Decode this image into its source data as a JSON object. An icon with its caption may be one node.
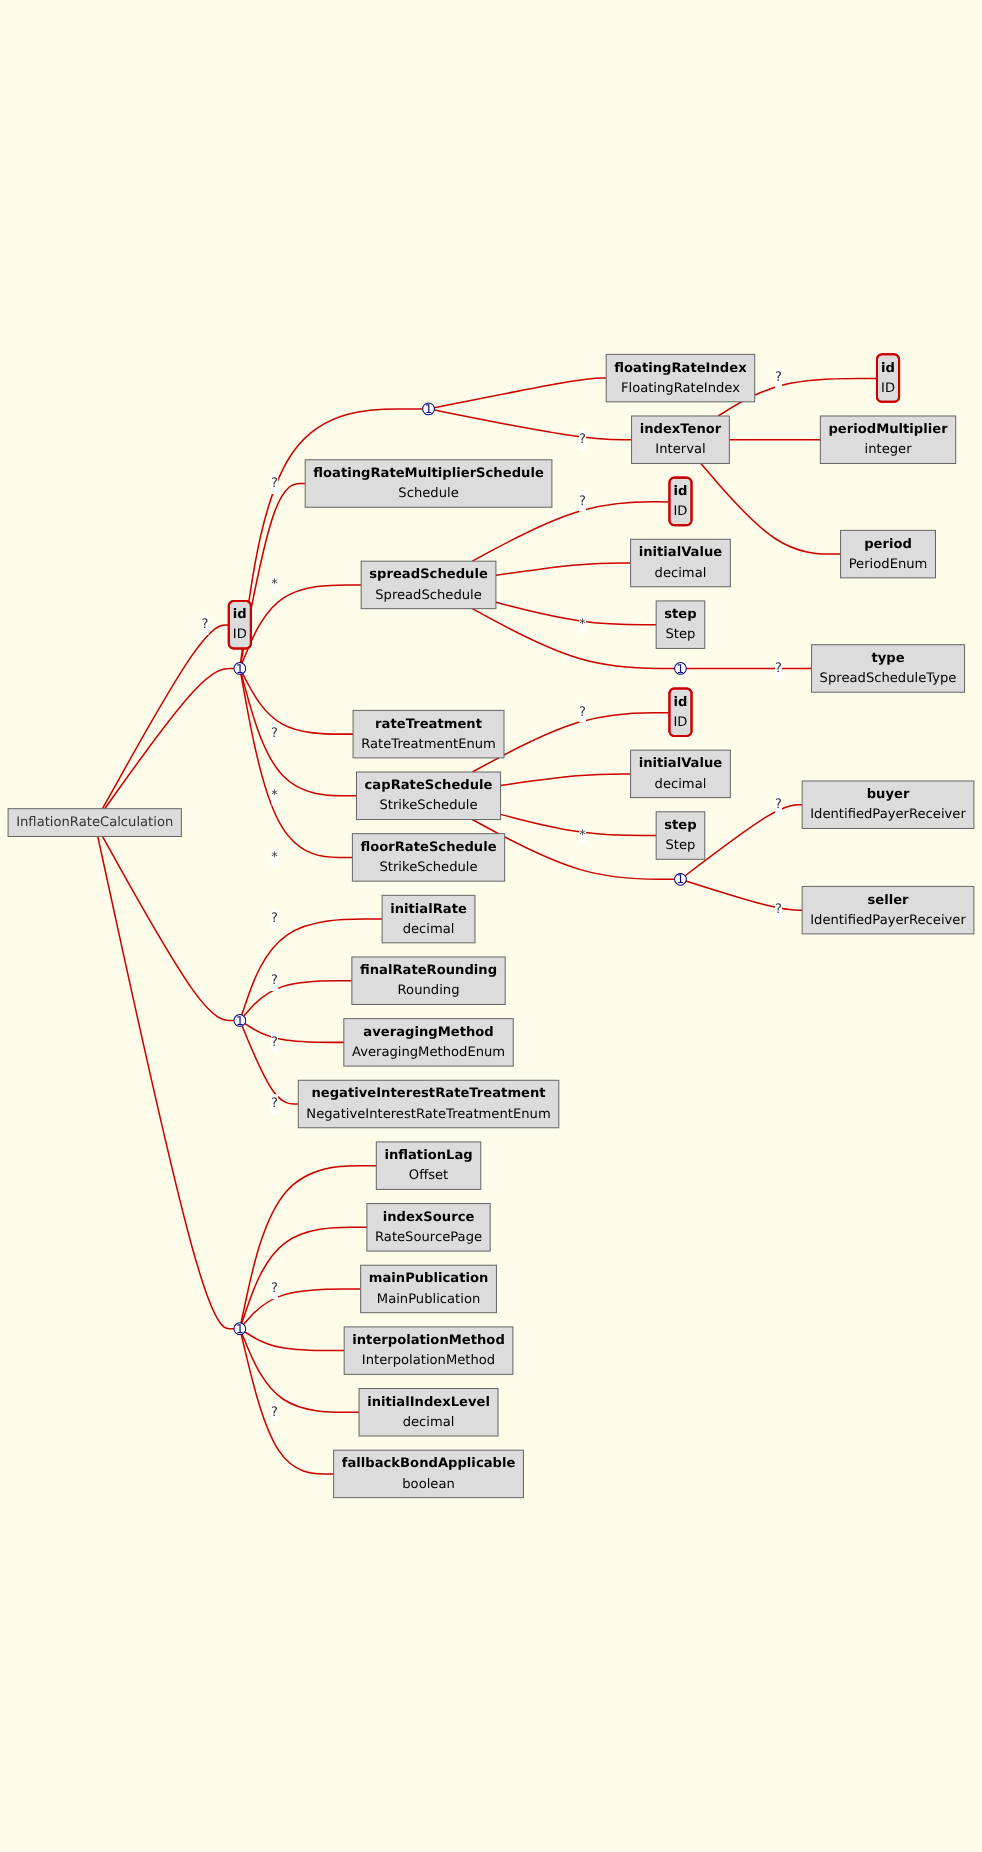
{
  "diagram": {
    "nodes": [
      {
        "text": [
          "InflationRateCalculation"
        ]
      },
      {
        "text": [
          "id",
          "ID"
        ]
      },
      {
        "text": [
          "1"
        ]
      },
      {
        "text": [
          "1"
        ]
      },
      {
        "text": [
          "floatingRateIndex",
          "FloatingRateIndex"
        ]
      },
      {
        "text": [
          "indexTenor",
          "Interval"
        ]
      },
      {
        "text": [
          "id",
          "ID"
        ]
      },
      {
        "text": [
          "periodMultiplier",
          "integer"
        ]
      },
      {
        "text": [
          "period",
          "PeriodEnum"
        ]
      },
      {
        "text": [
          "floatingRateMultiplierSchedule",
          "Schedule"
        ]
      },
      {
        "text": [
          "spreadSchedule",
          "SpreadSchedule"
        ]
      },
      {
        "text": [
          "id",
          "ID"
        ]
      },
      {
        "text": [
          "initialValue",
          "decimal"
        ]
      },
      {
        "text": [
          "step",
          "Step"
        ]
      },
      {
        "text": [
          "1"
        ]
      },
      {
        "text": [
          "type",
          "SpreadScheduleType"
        ]
      },
      {
        "text": [
          "rateTreatment",
          "RateTreatmentEnum"
        ]
      },
      {
        "text": [
          "capRateSchedule",
          "StrikeSchedule"
        ]
      },
      {
        "text": [
          "id",
          "ID"
        ]
      },
      {
        "text": [
          "initialValue",
          "decimal"
        ]
      },
      {
        "text": [
          "step",
          "Step"
        ]
      },
      {
        "text": [
          "1"
        ]
      },
      {
        "text": [
          "buyer",
          "IdentifiedPayerReceiver"
        ]
      },
      {
        "text": [
          "seller",
          "IdentifiedPayerReceiver"
        ]
      },
      {
        "text": [
          "floorRateSchedule",
          "StrikeSchedule"
        ]
      },
      {
        "text": [
          "1"
        ]
      },
      {
        "text": [
          "initialRate",
          "decimal"
        ]
      },
      {
        "text": [
          "finalRateRounding",
          "Rounding"
        ]
      },
      {
        "text": [
          "averagingMethod",
          "AveragingMethodEnum"
        ]
      },
      {
        "text": [
          "negativeInterestRateTreatment",
          "NegativeInterestRateTreatmentEnum"
        ]
      },
      {
        "text": [
          "1"
        ]
      },
      {
        "text": [
          "inflationLag",
          "Offset"
        ]
      },
      {
        "text": [
          "indexSource",
          "RateSourcePage"
        ]
      },
      {
        "text": [
          "mainPublication",
          "MainPublication"
        ]
      },
      {
        "text": [
          "interpolationMethod",
          "InterpolationMethod"
        ]
      },
      {
        "text": [
          "initialIndexLevel",
          "decimal"
        ]
      },
      {
        "text": [
          "fallbackBondApplicable",
          "boolean"
        ]
      }
    ],
    "edges": [
      {
        "from": 0,
        "to": 1,
        "arrow": "none",
        "label": "?"
      },
      {
        "from": 0,
        "to": 2,
        "arrow": "none"
      },
      {
        "from": 2,
        "to": 3,
        "arrow": "none"
      },
      {
        "from": 3,
        "to": 4,
        "arrow": "none"
      },
      {
        "from": 3,
        "to": 5,
        "arrow": "none",
        "label": "?"
      },
      {
        "from": 5,
        "to": 6,
        "arrow": "none",
        "label": "?"
      },
      {
        "from": 5,
        "to": 7,
        "arrow": "none"
      },
      {
        "from": 5,
        "to": 8,
        "arrow": "none"
      },
      {
        "from": 2,
        "to": 9,
        "arrow": "none",
        "label": "?"
      },
      {
        "from": 2,
        "to": 10,
        "arrow": "none",
        "label": "*"
      },
      {
        "from": 10,
        "to": 11,
        "arrow": "none",
        "label": "?"
      },
      {
        "from": 10,
        "to": 12,
        "arrow": "none"
      },
      {
        "from": 10,
        "to": 13,
        "arrow": "none",
        "label": "*"
      },
      {
        "from": 10,
        "to": 14,
        "arrow": "none"
      },
      {
        "from": 14,
        "to": 15,
        "arrow": "none",
        "label": "?"
      },
      {
        "from": 2,
        "to": 16,
        "arrow": "none",
        "label": "?"
      },
      {
        "from": 2,
        "to": 17,
        "arrow": "none",
        "label": "*"
      },
      {
        "from": 17,
        "to": 18,
        "arrow": "none",
        "label": "?"
      },
      {
        "from": 17,
        "to": 19,
        "arrow": "none"
      },
      {
        "from": 17,
        "to": 20,
        "arrow": "none",
        "label": "*"
      },
      {
        "from": 17,
        "to": 21,
        "arrow": "none"
      },
      {
        "from": 21,
        "to": 22,
        "arrow": "none",
        "label": "?"
      },
      {
        "from": 21,
        "to": 23,
        "arrow": "none",
        "label": "?"
      },
      {
        "from": 2,
        "to": 24,
        "arrow": "none",
        "label": "*"
      },
      {
        "from": 0,
        "to": 25,
        "arrow": "none"
      },
      {
        "from": 25,
        "to": 26,
        "arrow": "none",
        "label": "?"
      },
      {
        "from": 25,
        "to": 27,
        "arrow": "none",
        "label": "?"
      },
      {
        "from": 25,
        "to": 28,
        "arrow": "none",
        "label": "?"
      },
      {
        "from": 25,
        "to": 29,
        "arrow": "none",
        "label": "?"
      },
      {
        "from": 0,
        "to": 30,
        "arrow": "none"
      },
      {
        "from": 30,
        "to": 31,
        "arrow": "none"
      },
      {
        "from": 30,
        "to": 32,
        "arrow": "none"
      },
      {
        "from": 30,
        "to": 33,
        "arrow": "none",
        "label": "?"
      },
      {
        "from": 30,
        "to": 34,
        "arrow": "none"
      },
      {
        "from": 30,
        "to": 35,
        "arrow": "none",
        "label": "?"
      },
      {
        "from": 30,
        "to": 36,
        "arrow": "none"
      }
    ]
  }
}
